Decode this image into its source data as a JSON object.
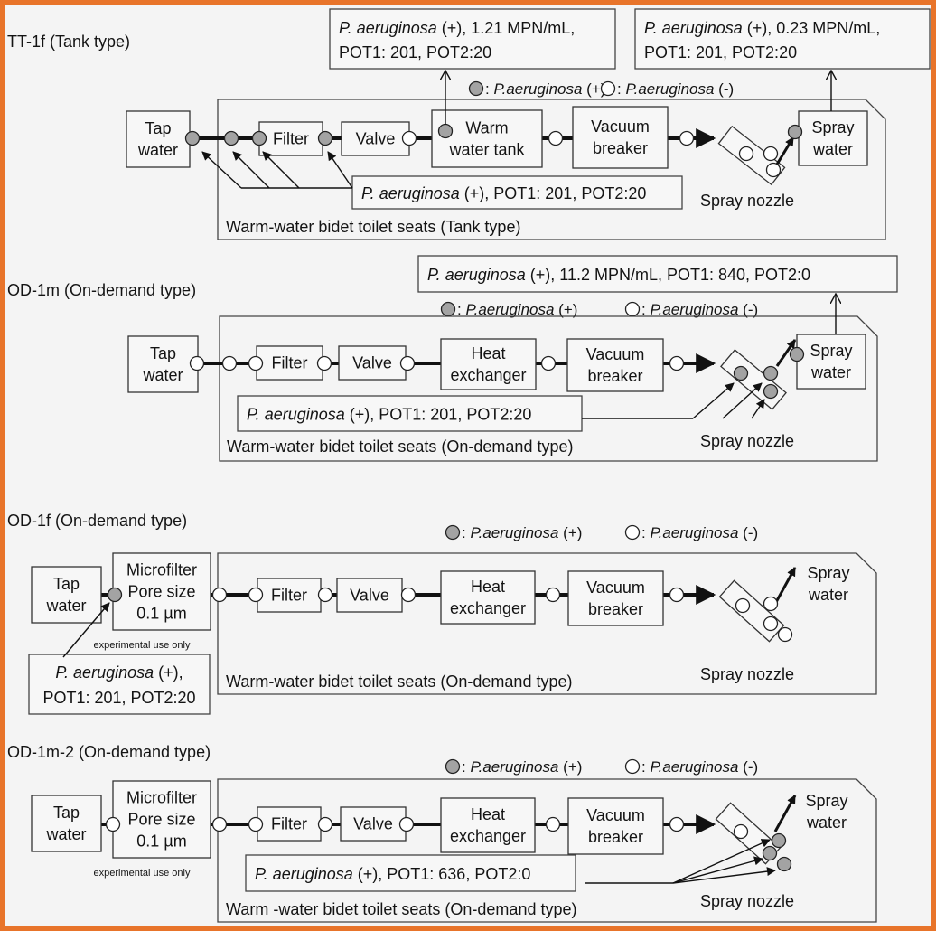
{
  "colors": {
    "border": "#e8742a",
    "background": "#f4f4f4",
    "positive": "#a3a3a3",
    "negative": "#ffffff"
  },
  "legend": {
    "pos_sep": ": ",
    "species": "P.aeruginosa",
    "pos_sign": " (+)",
    "neg_sign": " (-)"
  },
  "common": {
    "tap": [
      "Tap",
      "water"
    ],
    "filter": [
      "Filter"
    ],
    "valve": [
      "Valve"
    ],
    "vacuum": [
      "Vacuum",
      "breaker"
    ],
    "heat": [
      "Heat",
      "exchanger"
    ],
    "tank": [
      "Warm",
      "water tank"
    ],
    "spray": [
      "Spray",
      "water"
    ],
    "microfilter": [
      "Microfilter",
      "Pore size",
      "0.1 µm"
    ],
    "experimental": "experimental use only",
    "nozzle": "Spray nozzle"
  },
  "panels": [
    {
      "title": "TT-1f (Tank type)",
      "housing_label": "Warm-water bidet toilet seats (Tank type)",
      "callouts": [
        {
          "species": "P. aeruginosa",
          "detail": " (+), 1.21 MPN/mL,",
          "line2": "POT1: 201, POT2:20"
        },
        {
          "species": "P. aeruginosa",
          "detail": " (+), 0.23 MPN/mL,",
          "line2": "POT1: 201, POT2:20"
        },
        {
          "species": "P. aeruginosa",
          "detail": " (+), POT1: 201, POT2:20"
        }
      ],
      "sample_points": [
        "positive",
        "positive",
        "positive",
        "positive",
        "negative",
        "positive",
        "negative",
        "negative",
        "negative",
        "negative",
        "negative",
        "positive"
      ]
    },
    {
      "title": "OD-1m (On-demand type)",
      "housing_label": "Warm-water bidet toilet seats (On-demand type)",
      "callouts": [
        {
          "species": "P. aeruginosa",
          "detail": " (+), 11.2 MPN/mL, POT1: 840, POT2:0"
        },
        {
          "species": "P. aeruginosa",
          "detail": " (+), POT1: 201, POT2:20"
        }
      ],
      "sample_points": [
        "negative",
        "negative",
        "negative",
        "negative",
        "negative",
        "negative",
        "negative",
        "positive",
        "positive",
        "positive",
        "positive"
      ]
    },
    {
      "title": "OD-1f (On-demand type)",
      "housing_label": "Warm-water bidet toilet seats (On-demand type)",
      "callouts": [
        {
          "species": "P. aeruginosa",
          "detail": " (+),",
          "line2": "POT1: 201, POT2:20"
        }
      ],
      "sample_points": [
        "positive",
        "negative",
        "negative",
        "negative",
        "negative",
        "negative",
        "negative",
        "negative",
        "negative",
        "negative",
        "negative"
      ]
    },
    {
      "title": "OD-1m-2 (On-demand type)",
      "housing_label": "Warm -water bidet toilet seats (On-demand type)",
      "callouts": [
        {
          "species": "P. aeruginosa",
          "detail": " (+), POT1: 636, POT2:0"
        }
      ],
      "sample_points": [
        "negative",
        "negative",
        "negative",
        "negative",
        "negative",
        "negative",
        "negative",
        "negative",
        "positive",
        "positive",
        "positive"
      ]
    }
  ]
}
